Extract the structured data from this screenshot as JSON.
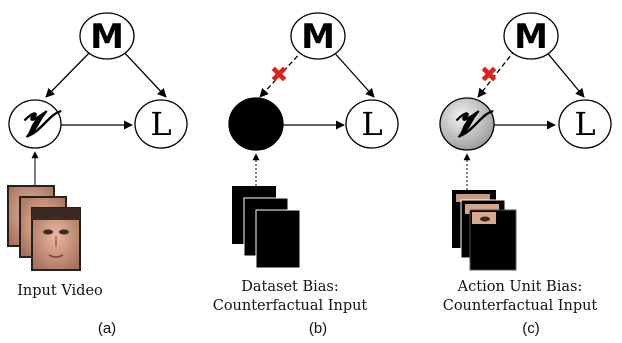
{
  "panels": [
    {
      "tag": "(a)",
      "caption_lines": [
        "Input Video"
      ],
      "nodes": {
        "top": "M",
        "left": "𝓥",
        "right": "L"
      },
      "left_fill": "#ffffff",
      "blocked": false,
      "input": "face-frames"
    },
    {
      "tag": "(b)",
      "caption_lines": [
        "Dataset Bias:",
        "Counterfactual Input"
      ],
      "nodes": {
        "top": "M",
        "left": "",
        "right": "L"
      },
      "left_fill": "#000000",
      "blocked": true,
      "input": "black-frames"
    },
    {
      "tag": "(c)",
      "caption_lines": [
        "Action Unit Bias:",
        "Counterfactual Input"
      ],
      "nodes": {
        "top": "M",
        "left": "𝓥",
        "right": "L"
      },
      "left_fill": "gradient",
      "blocked": true,
      "input": "masked-frames"
    }
  ],
  "cross_symbol": "✖",
  "colors": {
    "cross": "#e0201b",
    "skin": "#d9a38a",
    "frame_border": "#222222"
  }
}
